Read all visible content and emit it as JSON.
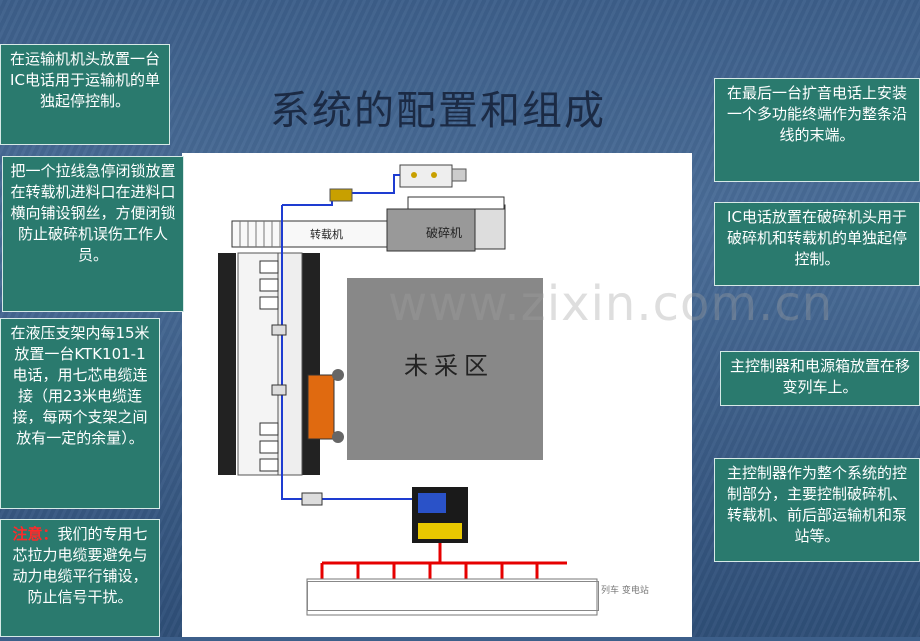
{
  "title": "系统的配置和组成",
  "watermark": "www.zixin.com.cn",
  "callouts": [
    "在运输机机头放置一台IC电话用于运输机的单独起停控制。",
    "把一个拉线急停闭锁放置在转载机进料口在进料口横向铺设钢丝，方便闭锁防止破碎机误伤工作人员。",
    "在液压支架内每15米放置一台KTK101-1电话，用七芯电缆连接（用23米电缆连接，每两个支架之间放有一定的余量）。",
    "在最后一台扩音电话上安装一个多功能终端作为整条沿线的末端。",
    "IC电话放置在破碎机头用于破碎机和转载机的单独起停控制。",
    "主控制器和电源箱放置在移变列车上。",
    "主控制器作为整个系统的控制部分，主要控制破碎机、转载机、前后部运输机和泵站等。"
  ],
  "note": {
    "label": "注意：",
    "text": "我们的专用七芯拉力电缆要避免与动力电缆平行铺设，防止信号干扰。"
  },
  "diagram": {
    "transfer_label": "转载机",
    "crusher_label": "破碎机",
    "unmined_label": "未采区",
    "station_label": "列车 变电站"
  },
  "colors": {
    "callout_bg": "#2a7a6e",
    "warning": "#ff2a2a",
    "cable": "#1e3cd1",
    "power_line": "#e60000",
    "shearer": "#e06a10"
  }
}
